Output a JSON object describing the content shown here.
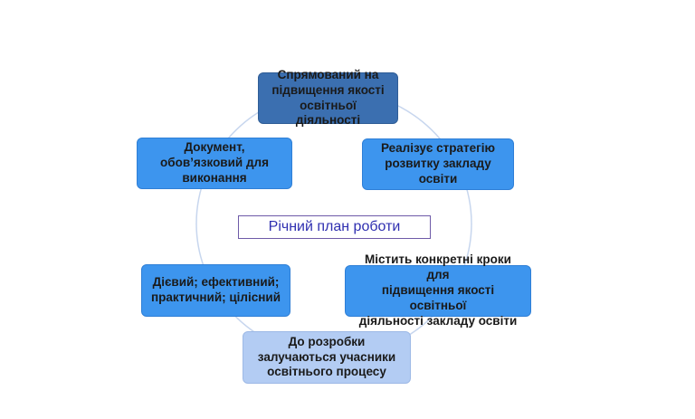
{
  "diagram": {
    "center": "Річний план роботи",
    "nodes": [
      {
        "id": "top",
        "text": "Спрямований на\nпідвищення якості\nосвітньої діяльності",
        "tone": "dark"
      },
      {
        "id": "upper-right",
        "text": "Реалізує стратегію\nрозвитку  закладу\nосвіти",
        "tone": "mid"
      },
      {
        "id": "upper-left",
        "text": "Документ,\nобов’язковий  для\nвиконання",
        "tone": "mid"
      },
      {
        "id": "lower-right",
        "text": "Містить конкретні кроки для\nпідвищення якості освітньої\nдіяльності закладу освіти",
        "tone": "mid"
      },
      {
        "id": "lower-left",
        "text": "Дієвий; ефективний;\nпрактичний; цілісний",
        "tone": "mid"
      },
      {
        "id": "bottom",
        "text": "До розробки\nзалучаються учасники\nосвітнього процесу",
        "tone": "light"
      }
    ],
    "colors": {
      "ring": "#c7d6ee",
      "dark": "#3b6fb0",
      "mid": "#3d95ee",
      "light": "#b3ccf3",
      "center_text": "#2f2fb0",
      "center_border": "#6e5aa8"
    }
  }
}
